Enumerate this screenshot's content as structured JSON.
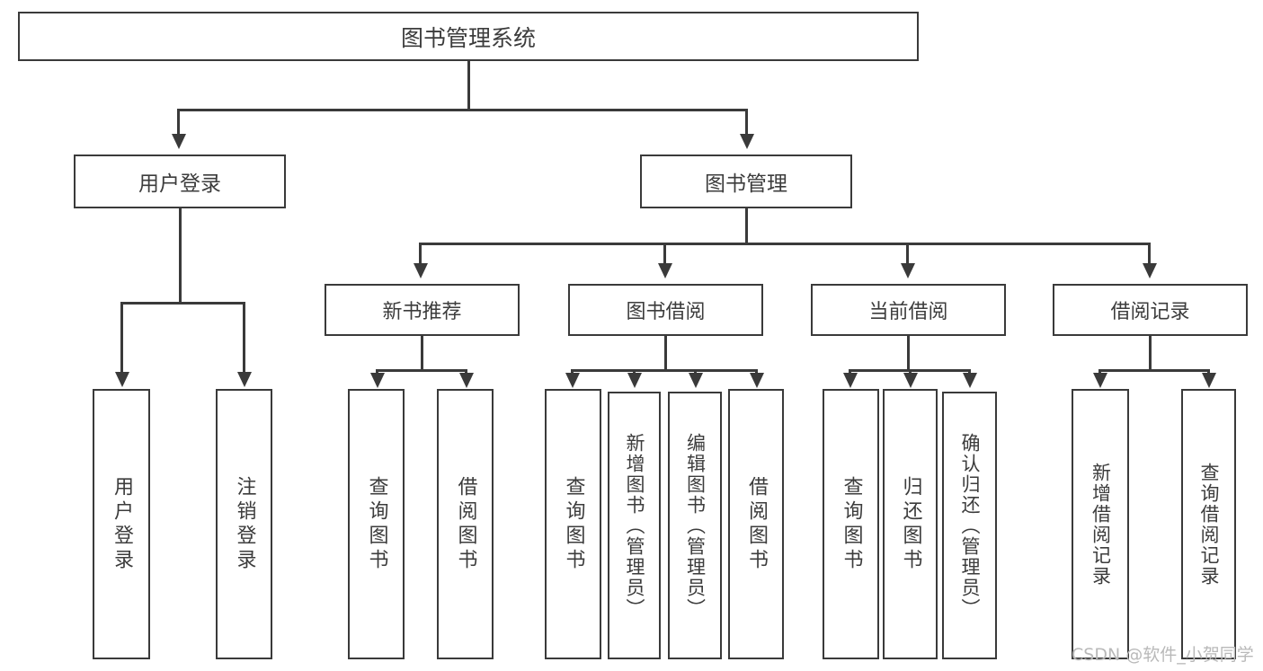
{
  "diagram": {
    "type": "tree",
    "title": "图书管理系统",
    "root": {
      "label": "图书管理系统"
    },
    "level1": [
      {
        "label": "用户登录"
      },
      {
        "label": "图书管理"
      }
    ],
    "level2": [
      {
        "label": "新书推荐"
      },
      {
        "label": "图书借阅"
      },
      {
        "label": "当前借阅"
      },
      {
        "label": "借阅记录"
      }
    ],
    "leaves": {
      "user_login": [
        {
          "label": "用户登录"
        },
        {
          "label": "注销登录"
        }
      ],
      "new_book_recommend": [
        {
          "label": "查询图书"
        },
        {
          "label": "借阅图书"
        }
      ],
      "book_borrow": [
        {
          "label": "查询图书"
        },
        {
          "label": "新增图书（管理员）"
        },
        {
          "label": "编辑图书（管理员）"
        },
        {
          "label": "借阅图书"
        }
      ],
      "current_borrow": [
        {
          "label": "查询图书"
        },
        {
          "label": "归还图书"
        },
        {
          "label": "确认归还（管理员）"
        }
      ],
      "borrow_records": [
        {
          "label": "新增借阅记录"
        },
        {
          "label": "查询借阅记录"
        }
      ]
    }
  },
  "watermark": {
    "text": "CSDN @软件_小贺同学"
  },
  "colors": {
    "box_border": "#3a3a3a",
    "text": "#3c3c3c",
    "background": "#ffffff",
    "watermark": "#b9b9b9"
  }
}
